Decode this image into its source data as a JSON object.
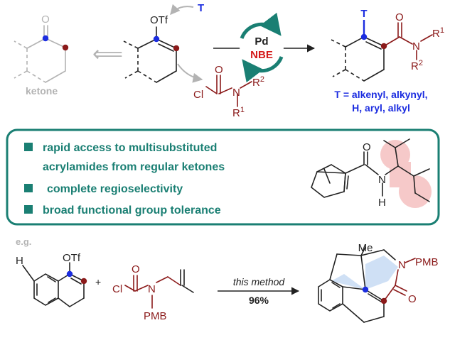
{
  "colors": {
    "blue": "#1c2de0",
    "red": "#8b1a1a",
    "teal": "#1a7f73",
    "gray": "#b3b3b3",
    "pd_red": "#d41a1a",
    "highlight_pink": "#f6c9c9",
    "highlight_blue": "#cfe0f5"
  },
  "top": {
    "ketone_label": "ketone",
    "retro_arrow": "⟸",
    "otf_label": "OTf",
    "t_label": "T",
    "reagent": {
      "cl": "Cl",
      "o": "O",
      "n": "N",
      "r1": "R",
      "r1_sup": "1",
      "r2": "R",
      "r2_sup": "2"
    },
    "catalyst": {
      "pd": "Pd",
      "nbe": "NBE"
    },
    "product": {
      "t": "T",
      "o": "O",
      "n": "N",
      "r1": "R",
      "r1_sup": "1",
      "r2": "R",
      "r2_sup": "2"
    },
    "t_definition_line1": "T = alkenyl, alkynyl,",
    "t_definition_line2": "H, aryl, alkyl"
  },
  "features": {
    "items": [
      "rapid access to multisubstituted",
      "acrylamides from regular ketones",
      "complete regioselectivity",
      "broad functional group tolerance"
    ],
    "nbe_amide": {
      "o": "O",
      "n": "N",
      "h": "H"
    }
  },
  "example": {
    "eg_label": "e.g.",
    "h_label": "H",
    "otf_label": "OTf",
    "plus": "+",
    "reagent": {
      "cl": "Cl",
      "o": "O",
      "n": "N",
      "pmb": "PMB"
    },
    "arrow_label": "this method",
    "yield": "96%",
    "product": {
      "me": "Me",
      "n": "N",
      "pmb": "PMB",
      "o": "O"
    }
  }
}
